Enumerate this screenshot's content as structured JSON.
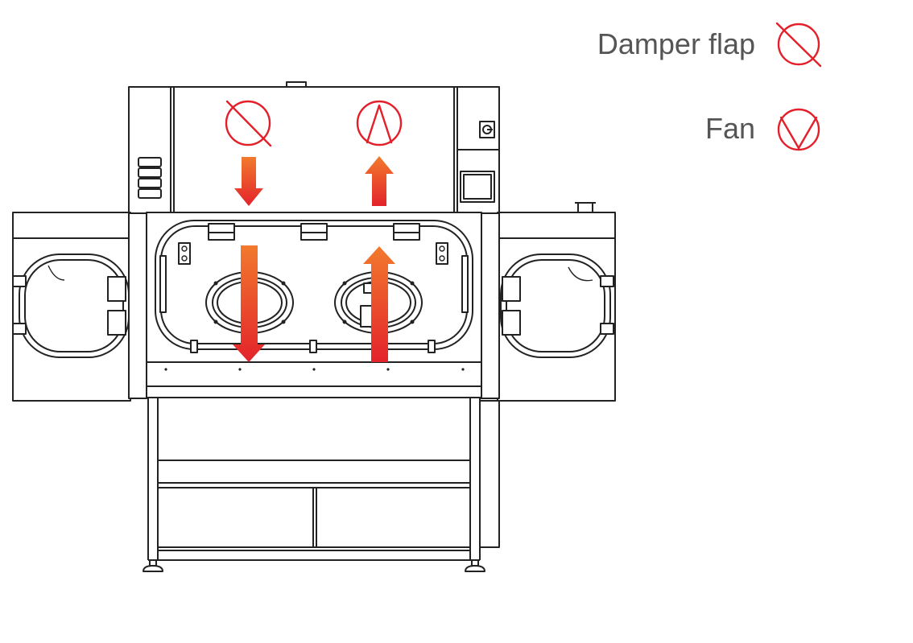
{
  "legend": {
    "damper_label": "Damper flap",
    "fan_label": "Fan",
    "damper_icon": "damper-flap-icon",
    "fan_icon": "fan-icon"
  },
  "colors": {
    "accent_red": "#e3202a",
    "arrow_down": "#e8302b",
    "arrow_up_light": "#f0672c",
    "line": "#222222",
    "label_text": "#555555"
  },
  "airflow": {
    "upper_left": "down",
    "upper_right": "up",
    "chamber_left": "down",
    "chamber_right": "up"
  }
}
